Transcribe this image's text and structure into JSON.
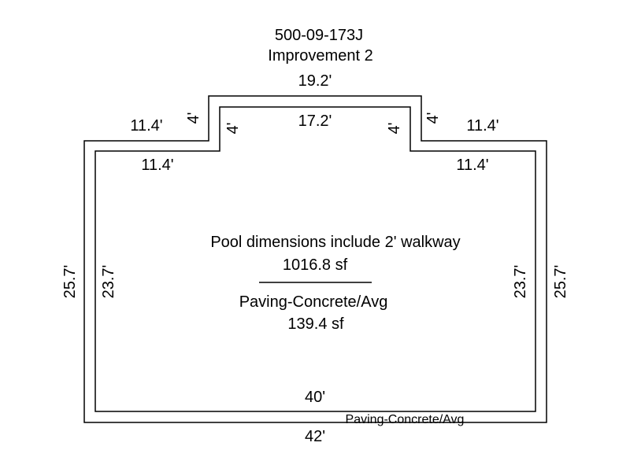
{
  "header": {
    "parcel_id": "500-09-173J",
    "improvement": "Improvement 2"
  },
  "outer": {
    "top_center": "19.2'",
    "step_left_horizontal": "11.4'",
    "step_left_vertical": "4'",
    "step_right_vertical": "4'",
    "step_right_horizontal": "11.4'",
    "left_side": "25.7'",
    "right_side": "25.7'",
    "bottom": "42'"
  },
  "inner": {
    "top_center": "17.2'",
    "step_left_vertical": "4'",
    "step_right_vertical": "4'",
    "left_horizontal": "11.4'",
    "right_horizontal": "11.4'",
    "left_side": "23.7'",
    "right_side": "23.7'",
    "bottom": "40'"
  },
  "center": {
    "note": "Pool dimensions include 2' walkway",
    "pool_area": "1016.8 sf",
    "paving_label": "Paving-Concrete/Avg",
    "paving_area": "139.4 sf"
  },
  "bottom_tag": "Paving-Concrete/Avg"
}
